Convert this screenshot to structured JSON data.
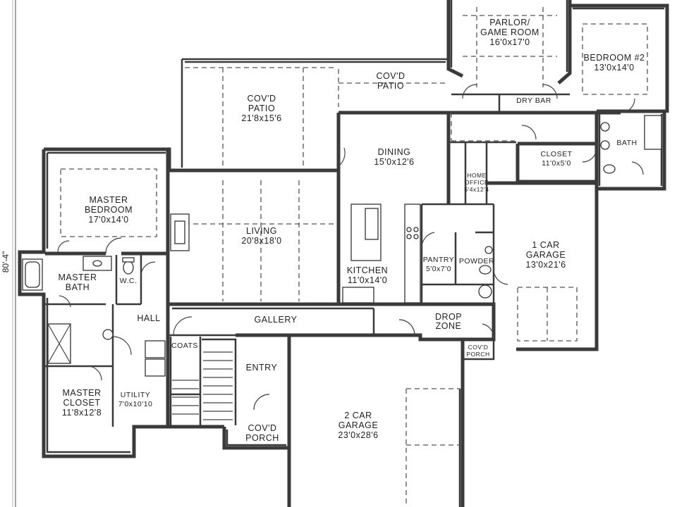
{
  "plan": {
    "overall_dimension": "80'-4\"",
    "rooms": [
      {
        "id": "parlor",
        "name_lines": [
          "PARLOR/",
          "GAME ROOM"
        ],
        "size": "16'0x17'0"
      },
      {
        "id": "bedroom2",
        "name_lines": [
          "BEDROOM #2"
        ],
        "size": "13'0x14'0"
      },
      {
        "id": "patio-main",
        "name_lines": [
          "COV'D",
          "PATIO"
        ],
        "size": "21'8x15'6"
      },
      {
        "id": "patio-small",
        "name_lines": [
          "COV'D",
          "PATIO"
        ],
        "size": ""
      },
      {
        "id": "drybar",
        "name_lines": [
          "DRY BAR"
        ],
        "size": ""
      },
      {
        "id": "dining",
        "name_lines": [
          "DINING"
        ],
        "size": "15'0x12'6"
      },
      {
        "id": "closet",
        "name_lines": [
          "CLOSET"
        ],
        "size": "11'0x5'0"
      },
      {
        "id": "bath",
        "name_lines": [
          "BATH"
        ],
        "size": ""
      },
      {
        "id": "home-office",
        "name_lines": [
          "HOME",
          "OFFICE"
        ],
        "size": "6'4x12'4"
      },
      {
        "id": "master-bedroom",
        "name_lines": [
          "MASTER",
          "BEDROOM"
        ],
        "size": "17'0x14'0"
      },
      {
        "id": "living",
        "name_lines": [
          "LIVING"
        ],
        "size": "20'8x18'0"
      },
      {
        "id": "one-car-garage",
        "name_lines": [
          "1 CAR",
          "GARAGE"
        ],
        "size": "13'0x21'6"
      },
      {
        "id": "pantry",
        "name_lines": [
          "PANTRY"
        ],
        "size": "5'0x7'0"
      },
      {
        "id": "powder",
        "name_lines": [
          "POWDER"
        ],
        "size": ""
      },
      {
        "id": "kitchen",
        "name_lines": [
          "KITCHEN"
        ],
        "size": "11'0x14'0"
      },
      {
        "id": "master-bath",
        "name_lines": [
          "MASTER",
          "BATH"
        ],
        "size": ""
      },
      {
        "id": "wc",
        "name_lines": [
          "W.C."
        ],
        "size": ""
      },
      {
        "id": "hall",
        "name_lines": [
          "HALL"
        ],
        "size": ""
      },
      {
        "id": "gallery",
        "name_lines": [
          "GALLERY"
        ],
        "size": ""
      },
      {
        "id": "drop-zone",
        "name_lines": [
          "DROP",
          "ZONE"
        ],
        "size": ""
      },
      {
        "id": "coats",
        "name_lines": [
          "COATS"
        ],
        "size": ""
      },
      {
        "id": "porch-side",
        "name_lines": [
          "COV'D",
          "PORCH"
        ],
        "size": ""
      },
      {
        "id": "entry",
        "name_lines": [
          "ENTRY"
        ],
        "size": ""
      },
      {
        "id": "master-closet",
        "name_lines": [
          "MASTER",
          "CLOSET"
        ],
        "size": "11'8x12'8"
      },
      {
        "id": "utility",
        "name_lines": [
          "UTILITY"
        ],
        "size": "7'0x10'10"
      },
      {
        "id": "porch-front",
        "name_lines": [
          "COV'D",
          "PORCH"
        ],
        "size": ""
      },
      {
        "id": "two-car-garage",
        "name_lines": [
          "2 CAR",
          "GARAGE"
        ],
        "size": "23'0x28'6"
      }
    ]
  }
}
